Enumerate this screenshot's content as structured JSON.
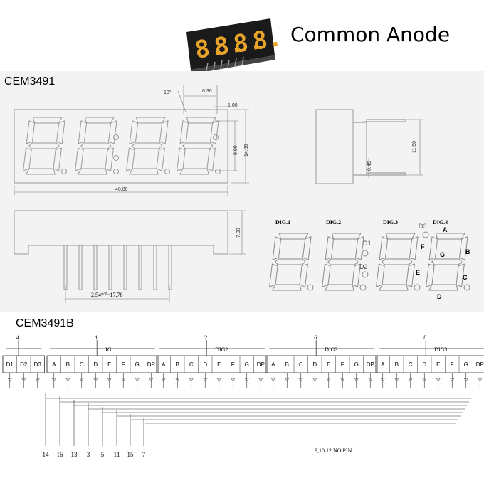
{
  "header": {
    "title": "Common Anode",
    "part_number": "CEM3491",
    "schematic_title": "CEM3491B",
    "module_digits": [
      "8.",
      "8.",
      "8.",
      "8."
    ]
  },
  "dimensions": {
    "angle": "10°",
    "pitch": "6.30",
    "seg_w": "1.00",
    "digit_h": "9.90",
    "body_h": "14.00",
    "body_w": "40.00",
    "side_h": "11.50",
    "pin_d": "0.45",
    "pin_len": "7.00",
    "pin_span": "2.54*7=17.78"
  },
  "digit_labels": [
    "DIG.1",
    "DIG.2",
    "DIG.3",
    "DIG.4"
  ],
  "segment_labels": {
    "A": "A",
    "B": "B",
    "C": "C",
    "D": "D",
    "E": "E",
    "F": "F",
    "G": "G",
    "D1": "D1",
    "D2": "D2",
    "D3": "D3"
  },
  "schematic": {
    "common_pins": [
      {
        "pin": "4",
        "name": ""
      },
      {
        "pin": "1",
        "name": "IG"
      },
      {
        "pin": "2",
        "name": "DIG2"
      },
      {
        "pin": "6",
        "name": "DIG3"
      },
      {
        "pin": "8",
        "name": "DIG3"
      }
    ],
    "group0_cells": [
      "D1",
      "D2",
      "D3"
    ],
    "group_cells": [
      "A",
      "B",
      "C",
      "D",
      "E",
      "F",
      "G",
      "DP"
    ],
    "bottom_pins": [
      "14",
      "16",
      "13",
      "3",
      "5",
      "11",
      "15",
      "7"
    ],
    "note": "9,10,12 NO PIN"
  }
}
